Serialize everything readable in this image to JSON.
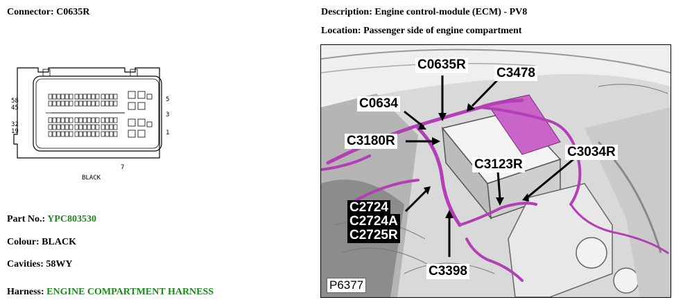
{
  "left": {
    "connector_label": "Connector:",
    "connector_value": "C0635R",
    "part_label": "Part No.:",
    "part_value": "YPC803530",
    "colour_label": "Colour:",
    "colour_value": "BLACK",
    "cavities_label": "Cavities:",
    "cavities_value": "58WY",
    "harness_label": "Harness:",
    "harness_value": "ENGINE COMPARTMENT HARNESS"
  },
  "diagram": {
    "pin_58": "58",
    "pin_45": "45",
    "pin_32": "32",
    "pin_19": "19",
    "pin_5": "5",
    "pin_3": "3",
    "pin_1": "1",
    "pin_7": "7",
    "caption": "BLACK"
  },
  "right": {
    "description_label": "Description:",
    "description_value": "Engine control-module (ECM) - PV8",
    "location_label": "Location:",
    "location_value": "Passenger side of engine compartment"
  },
  "photo": {
    "labels": {
      "c0635r": "C0635R",
      "c3478": "C3478",
      "c0634": "C0634",
      "c3180r": "C3180R",
      "c3034r": "C3034R",
      "c3123r": "C3123R",
      "c2724": "C2724",
      "c2724a": "C2724A",
      "c2725r": "C2725R",
      "c3398": "C3398"
    },
    "figure_number": "P6377"
  },
  "colors": {
    "harness_purple": "#b23fb5",
    "green_text": "#1a8a1a"
  }
}
